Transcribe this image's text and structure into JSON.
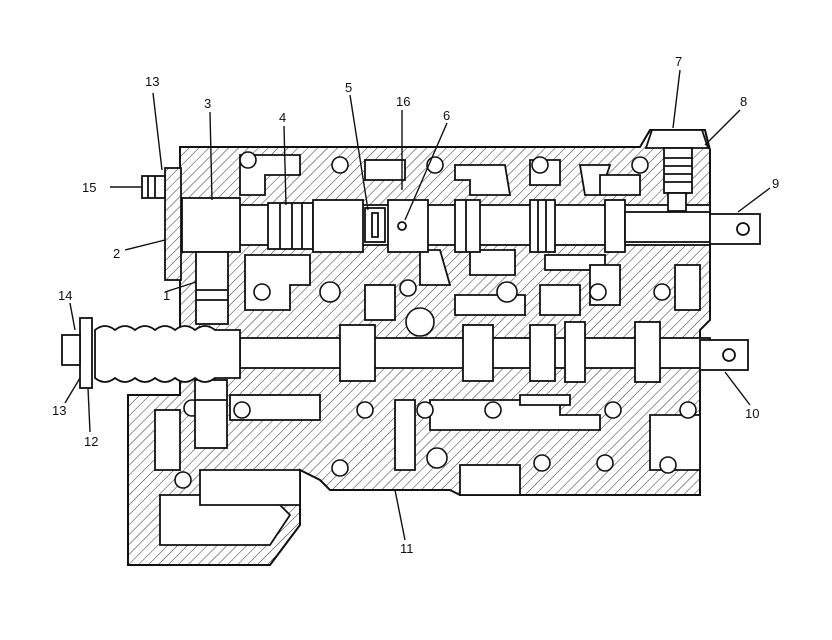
{
  "callouts": [
    "1",
    "2",
    "3",
    "4",
    "5",
    "6",
    "7",
    "8",
    "9",
    "10",
    "11",
    "12",
    "13",
    "13",
    "14",
    "15",
    "16"
  ],
  "colors": {
    "ink": "#111111",
    "hatch": "#333333",
    "paper": "#ffffff"
  }
}
